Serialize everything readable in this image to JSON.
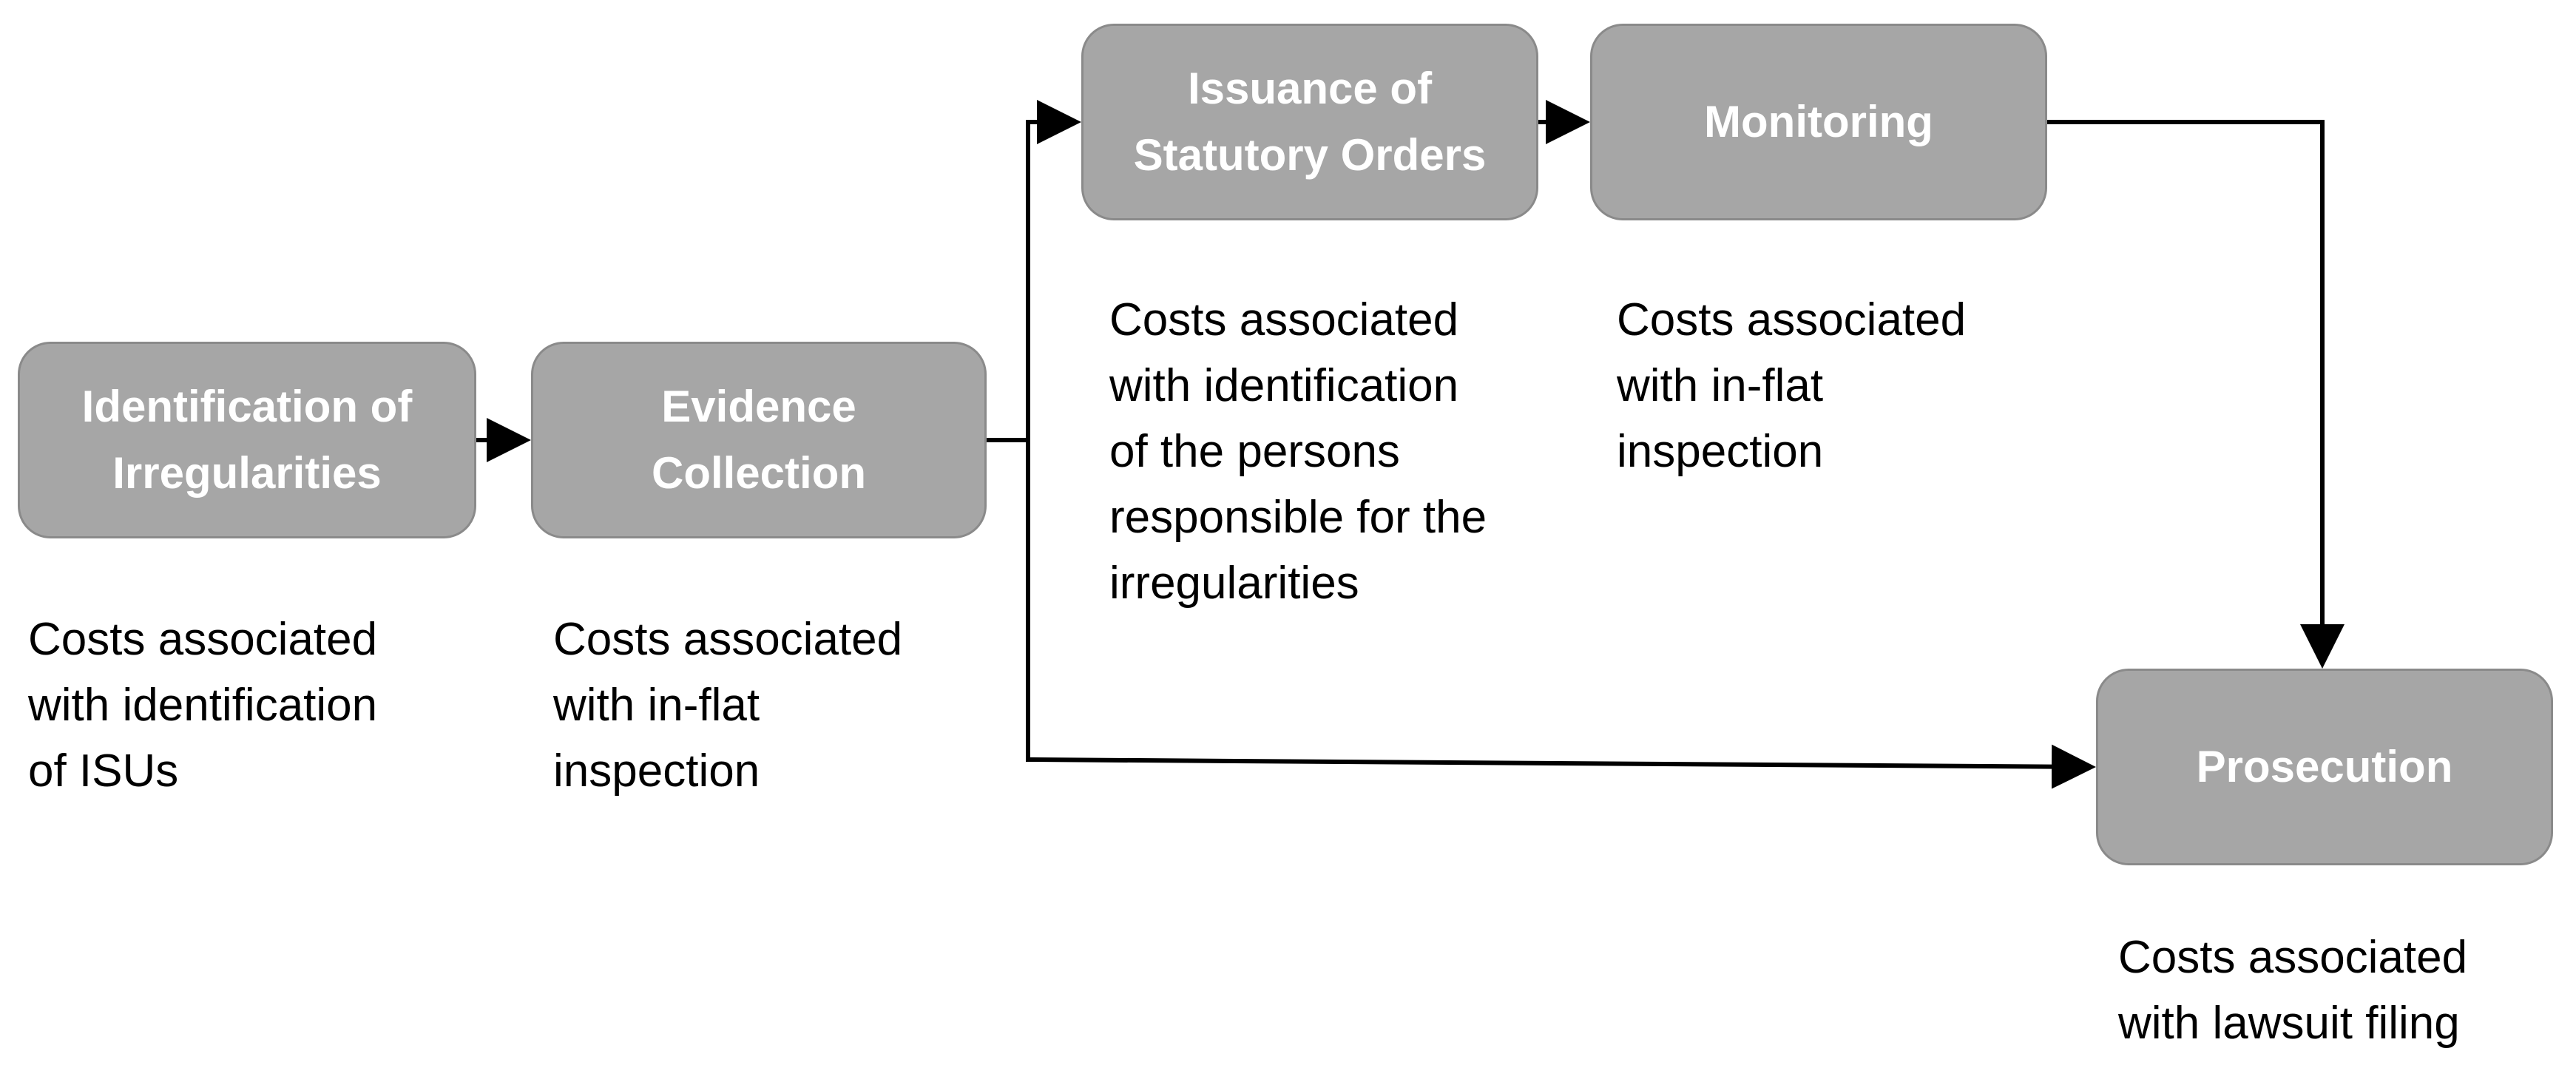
{
  "diagram": {
    "nodes": {
      "identification": {
        "lines": [
          "Identification of",
          "Irregularities"
        ]
      },
      "evidence": {
        "lines": [
          "Evidence",
          "Collection"
        ]
      },
      "issuance": {
        "lines": [
          "Issuance of",
          "Statutory Orders"
        ]
      },
      "monitoring": {
        "lines": [
          "Monitoring"
        ]
      },
      "prosecution": {
        "lines": [
          "Prosecution"
        ]
      }
    },
    "captions": {
      "identification": [
        "Costs associated",
        "with identification",
        "of ISUs"
      ],
      "evidence": [
        "Costs associated",
        "with in-flat",
        "inspection"
      ],
      "issuance": [
        "Costs associated",
        "with identification",
        "of the persons",
        "responsible for the",
        "irregularities"
      ],
      "monitoring": [
        "Costs associated",
        "with in-flat",
        "inspection"
      ],
      "prosecution": [
        "Costs associated",
        "with lawsuit filing"
      ]
    },
    "edges": [
      {
        "from": "Identification of Irregularities",
        "to": "Evidence Collection"
      },
      {
        "from": "Evidence Collection",
        "to": "Issuance of Statutory Orders"
      },
      {
        "from": "Evidence Collection",
        "to": "Prosecution"
      },
      {
        "from": "Issuance of Statutory Orders",
        "to": "Monitoring"
      },
      {
        "from": "Monitoring",
        "to": "Prosecution"
      }
    ],
    "colors": {
      "node_fill": "#a6a6a6",
      "node_border": "#8a8a8a",
      "node_text": "#ffffff",
      "caption_text": "#000000",
      "connector": "#000000"
    }
  }
}
